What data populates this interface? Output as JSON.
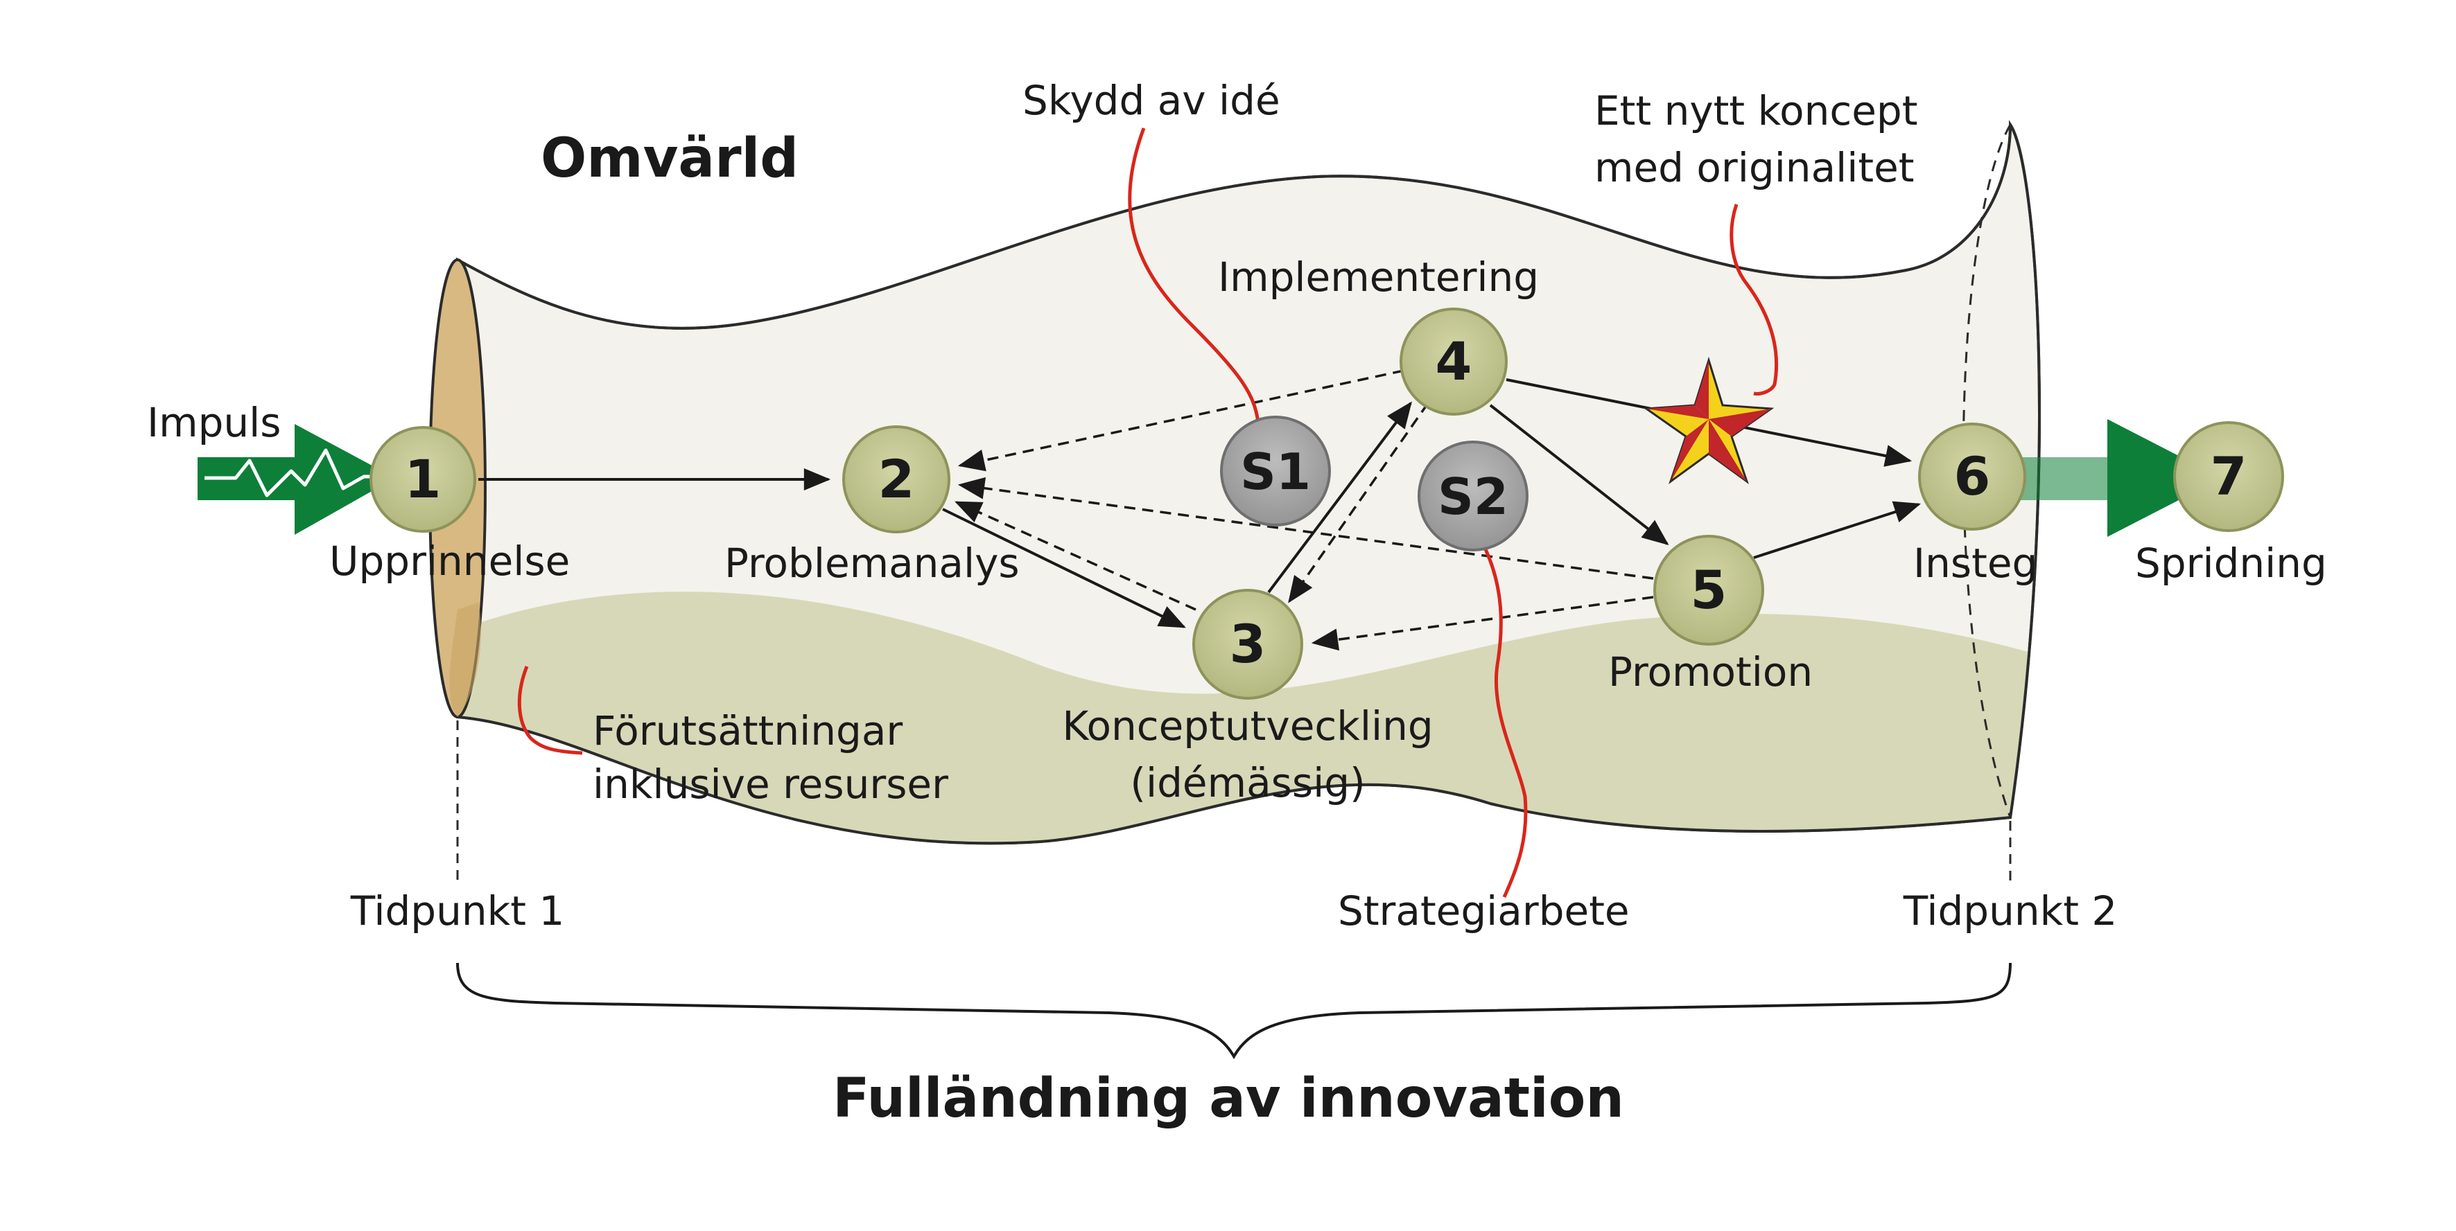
{
  "title": "Omvärld",
  "bottom_title": "Fulländning av innovation",
  "impulse_label": "Impuls",
  "nodes": [
    {
      "id": "1",
      "label": "Upprinnelse"
    },
    {
      "id": "2",
      "label": "Problemanalys"
    },
    {
      "id": "3",
      "label": "Konceptutveckling",
      "label2": "(idémässig)"
    },
    {
      "id": "4",
      "label": "Implementering"
    },
    {
      "id": "5",
      "label": "Promotion"
    },
    {
      "id": "6",
      "label": "Insteg"
    },
    {
      "id": "7",
      "label": "Spridning"
    }
  ],
  "strategy_nodes": [
    {
      "id": "S1",
      "callout": "Skydd av idé"
    },
    {
      "id": "S2",
      "callout": "Strategiarbete"
    }
  ],
  "annotations": {
    "star_line1": "Ett nytt koncept",
    "star_line2": "med originalitet",
    "resources_line1": "Förutsättningar",
    "resources_line2": "inklusive resurser",
    "time1": "Tidpunkt 1",
    "time2": "Tidpunkt 2"
  },
  "colors": {
    "node_fill": "#c3c792",
    "node_stroke": "#8d935b",
    "strategy_fill": "#a9a9a9",
    "tube_fill": "#f3f2ec",
    "base_fill": "#d7d8b8",
    "ring_fill": "#d8b982",
    "callout_red": "#d9261c",
    "green_arrow": "#0d7f39",
    "star_yellow": "#f4d21c",
    "star_red": "#c0262a"
  }
}
